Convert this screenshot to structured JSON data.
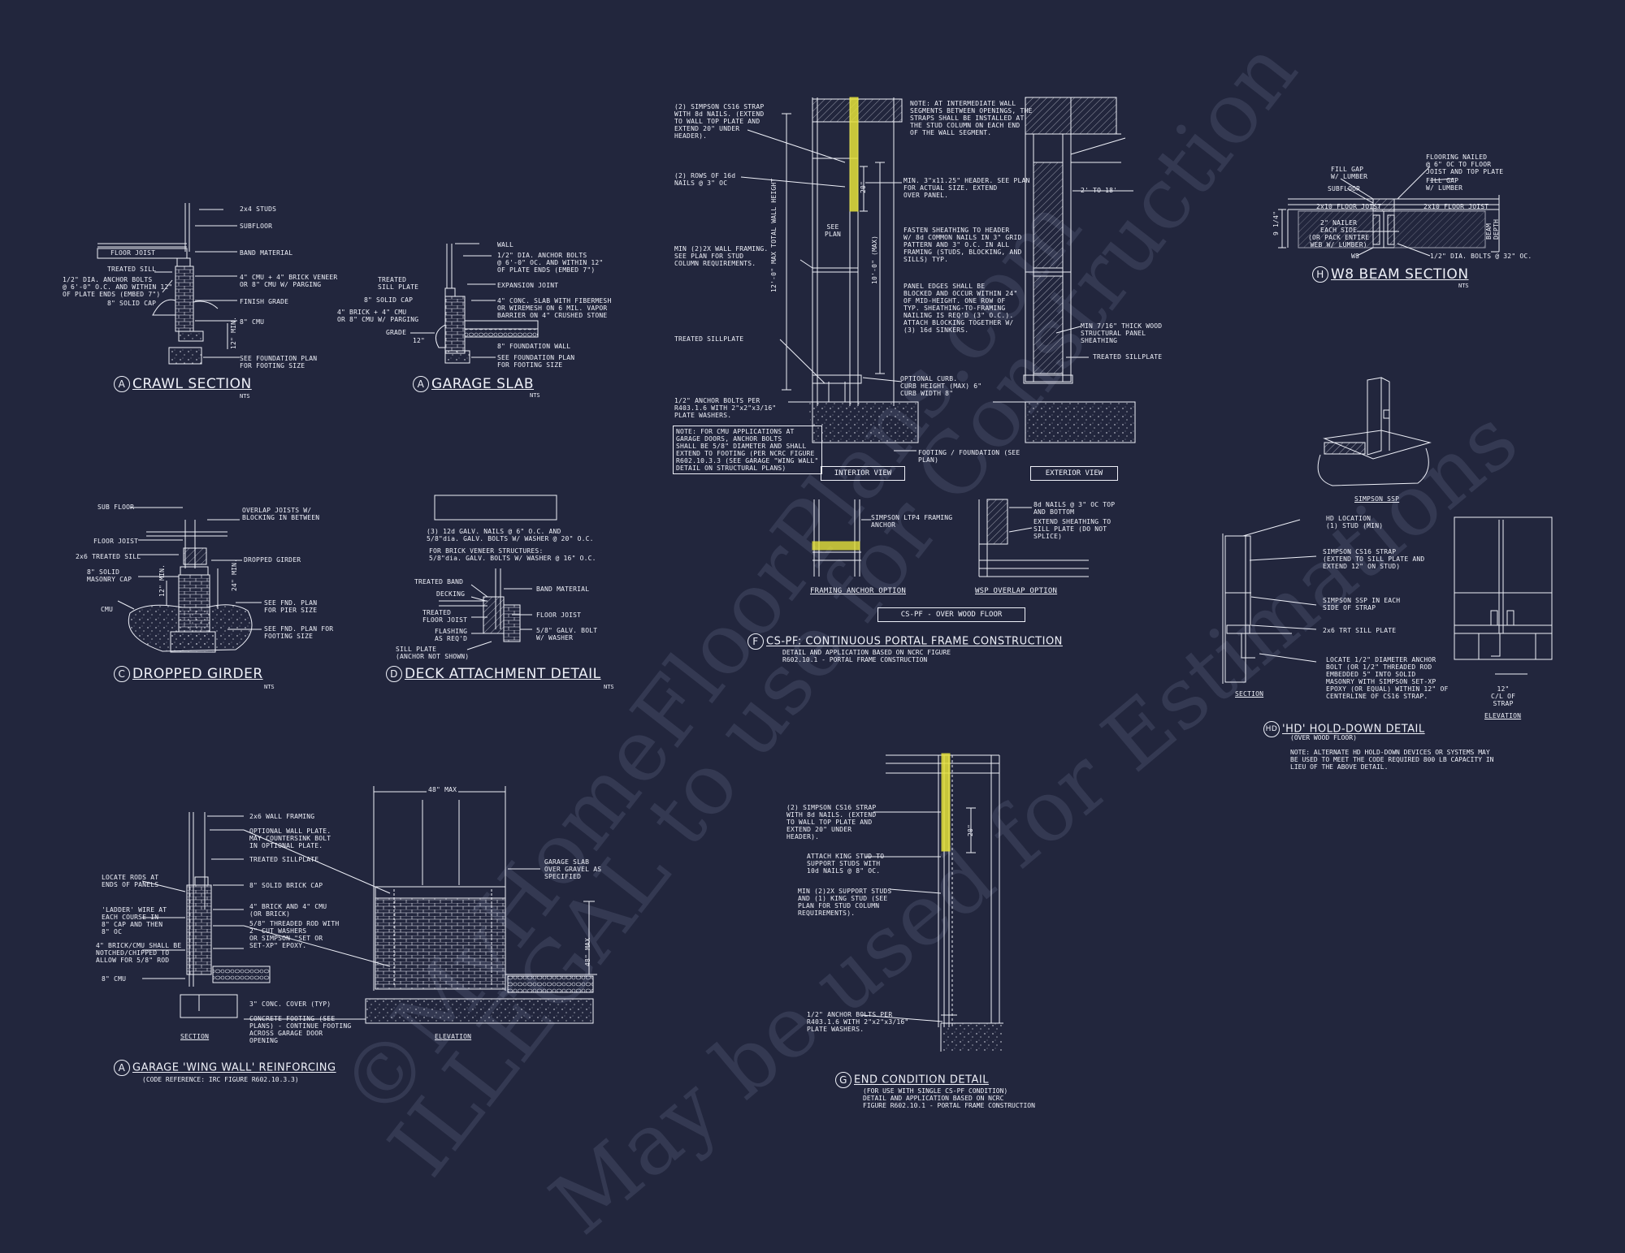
{
  "colors": {
    "background": "#22263d",
    "linework": "#eef0f8",
    "highlight": "#e6e23a",
    "watermark": "#7c86a8"
  },
  "watermark": {
    "line1": "©MyHomeFloorPlans.com",
    "line2": "ILLEGAL to use for Construction",
    "line3": "May be used for Estimations"
  },
  "crawl": {
    "title": "CRAWL SECTION",
    "letter": "A",
    "nts": "NTS",
    "labels": {
      "studs": "2x4 STUDS",
      "subfloor": "SUBFLOOR",
      "floor_joist": "FLOOR JOIST",
      "band": "BAND MATERIAL",
      "sill": "TREATED SILL",
      "anchor": "1/2\" DIA. ANCHOR BOLTS\n@ 6'-0\" O.C. AND WITHIN 12\"\nOF PLATE ENDS (EMBED 7\")",
      "veneer": "4\" CMU + 4\" BRICK VENEER\nOR 8\" CMU W/ PARGING",
      "cap": "8\" SOLID CAP",
      "grade": "FINISH GRADE",
      "cmu": "8\" CMU",
      "min": "12\" MIN.",
      "footing": "SEE FOUNDATION PLAN\nFOR FOOTING SIZE"
    }
  },
  "garage_slab": {
    "title": "GARAGE SLAB",
    "letter": "A",
    "nts": "NTS",
    "labels": {
      "wall": "WALL",
      "anchor": "1/2\" DIA. ANCHOR BOLTS\n@ 6'-0\" OC. AND WITHIN 12\"\nOF PLATE ENDS (EMBED 7\")",
      "sill": "TREATED\nSILL PLATE",
      "joint": "EXPANSION JOINT",
      "cap": "8\" SOLID CAP",
      "brick": "4\" BRICK + 4\" CMU\nOR 8\" CMU W/ PARGING",
      "slab": "4\" CONC. SLAB WITH FIBERMESH\nOR WIREMESH ON 6 MIL. VAPOR\nBARRIER ON 4\" CRUSHED STONE",
      "grade": "GRADE",
      "fwall": "8\" FOUNDATION WALL",
      "footing": "SEE FOUNDATION PLAN\nFOR FOOTING SIZE",
      "dim": "12\""
    }
  },
  "dropped_girder": {
    "title": "DROPPED GIRDER",
    "letter": "C",
    "nts": "NTS",
    "labels": {
      "subfloor": "SUB FLOOR",
      "overlap": "OVERLAP JOISTS W/\nBLOCKING IN BETWEEN",
      "floor_joist": "FLOOR JOIST",
      "girder": "DROPPED GIRDER",
      "sill": "2x6 TREATED SILL",
      "cap": "8\" SOLID\nMASONRY CAP",
      "cmu": "CMU",
      "pier": "SEE FND. PLAN\nFOR PIER SIZE",
      "footing": "SEE FND. PLAN FOR\nFOOTING SIZE",
      "min": "24\" MIN.",
      "min2": "12\" MIN."
    }
  },
  "deck": {
    "title": "DECK ATTACHMENT DETAIL",
    "letter": "D",
    "nts": "NTS",
    "labels": {
      "nails": "(3) 12d GALV. NAILS @ 6\" O.C. AND\n5/8\"dia. GALV. BOLTS W/ WASHER @ 20\" O.C.",
      "brick": "FOR BRICK VENEER STRUCTURES:\n5/8\"dia. GALV. BOLTS W/ WASHER @ 16\" O.C.",
      "band": "TREATED BAND",
      "decking": "DECKING",
      "band_mat": "BAND MATERIAL",
      "treated": "TREATED\nFLOOR JOIST",
      "floor_joist": "FLOOR JOIST",
      "flashing": "FLASHING\nAS REQ'D",
      "bolt": "5/8\" GALV. BOLT\nW/ WASHER",
      "sill": "SILL PLATE\n(ANCHOR NOT SHOWN)"
    }
  },
  "wing_wall": {
    "title": "GARAGE 'WING WALL' REINFORCING",
    "letter": "A",
    "sub": "(CODE REFERENCE: IRC FIGURE R602.10.3.3)",
    "section": "SECTION",
    "elevation": "ELEVATION",
    "dim_w": "48\" MAX",
    "dim_h": "48\" MAX",
    "labels": {
      "framing": "2x6 WALL FRAMING",
      "plate": "OPTIONAL WALL PLATE.\nMAY COUNTERSINK BOLT\nIN OPTIONAL PLATE.",
      "sill": "TREATED SILLPLATE",
      "rods": "LOCATE RODS AT\nENDS OF PANELS",
      "cap": "8\" SOLID BRICK CAP",
      "ladder": "'LADDER' WIRE AT\nEACH COURSE IN\n8\" CAP AND THEN\n8\" OC",
      "brick_cmu": "4\" BRICK AND 4\" CMU\n(OR BRICK)",
      "rod": "5/8\" THREADED ROD WITH\n2\" CUT WASHERS\nOR SIMPSON \"SET OR\nSET-XP\" EPOXY.",
      "notch": "4\" BRICK/CMU SHALL BE\nNOTCHED/CHIPPED TO\nALLOW FOR 5/8\" ROD",
      "cmu": "8\" CMU",
      "cover": "3\" CONC. COVER (TYP)",
      "footing": "CONCRETE FOOTING (SEE\nPLANS) - CONTINUE FOOTING\nACROSS GARAGE DOOR\nOPENING",
      "slab": "GARAGE SLAB\nOVER GRAVEL AS\nSPECIFIED"
    }
  },
  "portal": {
    "title": "CS-PF: CONTINUOUS PORTAL FRAME CONSTRUCTION",
    "letter": "F",
    "sub": "DETAIL AND APPLICATION BASED ON NCRC FIGURE\nR602.10.1 - PORTAL FRAME CONSTRUCTION",
    "interior": "INTERIOR VIEW",
    "exterior": "EXTERIOR VIEW",
    "over_floor": "CS-PF - OVER WOOD FLOOR",
    "framing_anchor": "FRAMING ANCHOR OPTION",
    "wsp_overlap": "WSP OVERLAP OPTION",
    "labels": {
      "strap": "(2) SIMPSON CS16 STRAP\nWITH 8d NAILS. (EXTEND\nTO WALL TOP PLATE AND\nEXTEND 20\" UNDER\nHEADER).",
      "rows": "(2) ROWS OF 16d\nNAILS @ 3\" OC",
      "framing": "MIN (2)2X WALL FRAMING.\nSEE PLAN FOR STUD\nCOLUMN REQUIREMENTS.",
      "sillplate": "TREATED SILLPLATE",
      "anchor": "1/2\" ANCHOR BOLTS PER\nR403.1.6 WITH 2\"x2\"x3/16\"\nPLATE WASHERS.",
      "note_cmu": "NOTE: FOR CMU APPLICATIONS AT\nGARAGE DOORS, ANCHOR BOLTS\nSHALL BE 5/8\" DIAMETER AND SHALL\nEXTEND TO FOOTING (PER NCRC FIGURE\nR602.10.3.3 (SEE GARAGE \"WING WALL\"\nDETAIL ON STRUCTURAL PLANS)",
      "note_int": "NOTE: AT INTERMEDIATE WALL\nSEGMENTS BETWEEN OPENINGS, THE\nSTRAPS SHALL BE INSTALLED AT\nTHE STUD COLUMN ON EACH END\nOF THE WALL SEGMENT.",
      "header": "MIN. 3\"x11.25\" HEADER. SEE PLAN\nFOR ACTUAL SIZE. EXTEND\nOVER PANEL.",
      "fasten": "FASTEN SHEATHING TO HEADER\nW/ 8d COMMON NAILS IN 3\" GRID\nPATTERN AND 3\" O.C. IN ALL\nFRAMING (STUDS, BLOCKING, AND\nSILLS) TYP.",
      "edges": "PANEL EDGES SHALL BE\nBLOCKED AND OCCUR WITHIN 24\"\nOF MID-HEIGHT. ONE ROW OF\nTYP. SHEATHING-TO-FRAMING\nNAILING IS REQ'D (3\" O.C.).\nATTACH BLOCKING TOGETHER W/\n(3) 16d SINKERS.",
      "curb": "OPTIONAL CURB.\nCURB HEIGHT (MAX) 6\"\nCURB WIDTH 8\"",
      "footing": "FOOTING / FOUNDATION (SEE\nPLAN)",
      "wood": "MIN 7/16\" THICK WOOD\nSTRUCTURAL PANEL\nSHEATHING",
      "tsill": "TREATED SILLPLATE",
      "dim": "2' TO 18'",
      "see_plan": "SEE\nPLAN",
      "height": "12'-0\" MAX TOTAL WALL HEIGHT",
      "max": "10'-0\" (MAX)",
      "d20": "20\"",
      "ltp4": "SIMPSON LTP4 FRAMING\nANCHOR",
      "nails8": "8d NAILS @ 3\" OC TOP\nAND BOTTOM",
      "extend": "EXTEND SHEATHING TO\nSILL PLATE (DO NOT\nSPLICE)"
    }
  },
  "end_condition": {
    "title": "END CONDITION DETAIL",
    "letter": "G",
    "sub": "(FOR USE WITH SINGLE CS-PF CONDITION)\nDETAIL AND APPLICATION BASED ON NCRC\nFIGURE R602.10.1 - PORTAL FRAME CONSTRUCTION",
    "labels": {
      "strap": "(2) SIMPSON CS16 STRAP\nWITH 8d NAILS. (EXTEND\nTO WALL TOP PLATE AND\nEXTEND 20\" UNDER\nHEADER).",
      "king": "ATTACH KING STUD TO\nSUPPORT STUDS WITH\n10d NAILS @ 8\" OC.",
      "support": "MIN (2)2X SUPPORT STUDS\nAND (1) KING STUD (SEE\nPLAN FOR STUD COLUMN\nREQUIREMENTS).",
      "anchor": "1/2\" ANCHOR BOLTS PER\nR403.1.6 WITH 2\"x2\"x3/16\"\nPLATE WASHERS.",
      "d20": "20\""
    }
  },
  "beam": {
    "title": "W8 BEAM SECTION",
    "letter": "H",
    "nts": "NTS",
    "labels": {
      "fill": "FILL GAP\nW/ LUMBER",
      "subfloor": "SUBFLOOR",
      "nailed": "FLOORING NAILED\n@ 6\" OC TO FLOOR\nJOIST AND TOP PLATE",
      "fill2": "FILL GAP\nW/ LUMBER",
      "joist_l": "2x10 FLOOR JOIST",
      "joist_r": "2x10 FLOOR JOIST",
      "nailer": "2\" NAILER\nEACH SIDE\n(OR PACK ENTIRE\nWEB W/ LUMBER)",
      "w8": "W8",
      "bolts": "1/2\" DIA. BOLTS @ 32\" OC.",
      "depth": "BEAM\nDEPTH",
      "dim": "9 1/4\""
    }
  },
  "holddown": {
    "title": "'HD' HOLD-DOWN DETAIL",
    "letter": "HD",
    "sub": "(OVER WOOD FLOOR)",
    "note": "NOTE: ALTERNATE HD HOLD-DOWN DEVICES OR SYSTEMS MAY\nBE USED TO MEET THE CODE REQUIRED 800 LB CAPACITY IN\nLIEU OF THE ABOVE DETAIL.",
    "simpson_ssp": "SIMPSON SSP",
    "section": "SECTION",
    "elevation": "ELEVATION",
    "labels": {
      "location": "HD LOCATION\n(1) STUD (MIN)",
      "strap": "SIMPSON CS16 STRAP\n(EXTEND TO SILL PLATE AND\nEXTEND 12\" ON STUD)",
      "ssp": "SIMPSON SSP IN EACH\nSIDE OF STRAP",
      "sill": "2x6 TRT SILL PLATE",
      "rod": "LOCATE 1/2\" DIAMETER ANCHOR\nBOLT (OR 1/2\" THREADED ROD\nEMBEDDED 5\" INTO SOLID\nMASONRY WITH SIMPSON SET-XP\nEPOXY (OR EQUAL) WITHIN 12\" OF\nCENTERLINE OF CS16 STRAP.",
      "cl": "12\"\nC/L OF\nSTRAP"
    }
  }
}
